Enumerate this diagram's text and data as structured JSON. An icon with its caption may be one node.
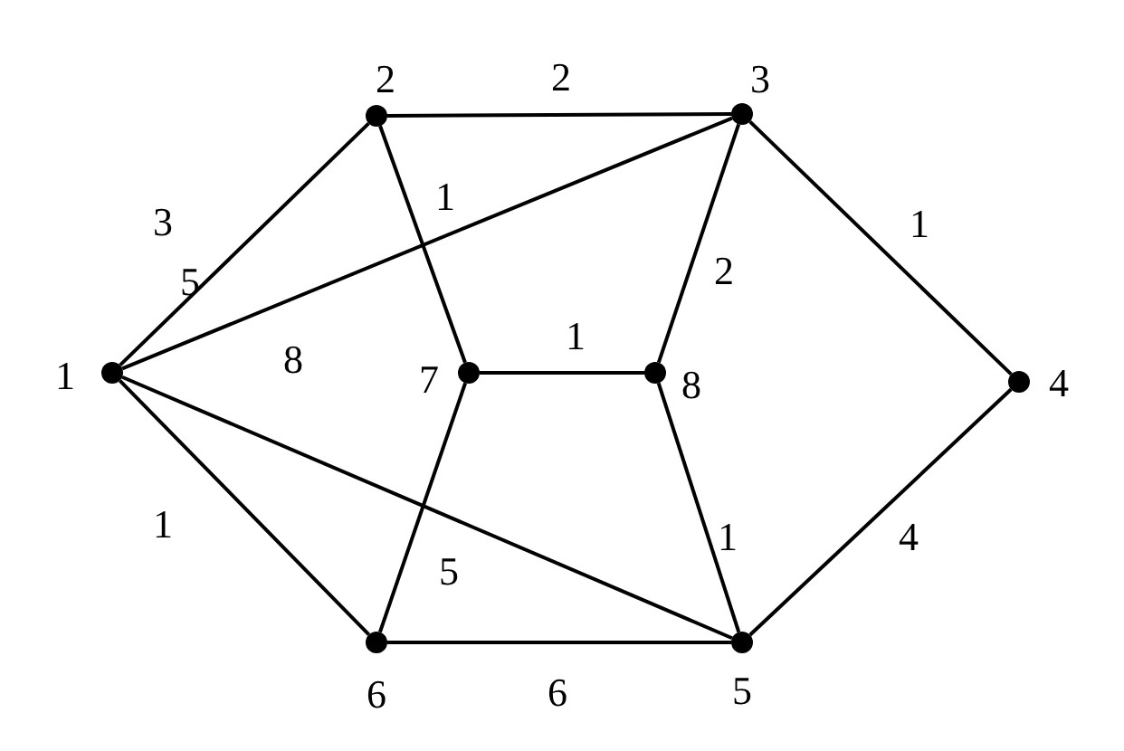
{
  "diagram": {
    "nodes": [
      {
        "text": [],
        "shape": "circle",
        "beside": [
          "1"
        ]
      },
      {
        "text": [],
        "shape": "circle",
        "beside": [
          "2"
        ]
      },
      {
        "text": [],
        "shape": "circle",
        "beside": [
          "3"
        ]
      },
      {
        "text": [],
        "shape": "circle",
        "beside": [
          "4"
        ]
      },
      {
        "text": [],
        "shape": "circle",
        "beside": [
          "5"
        ]
      },
      {
        "text": [],
        "shape": "circle",
        "beside": [
          "6"
        ]
      },
      {
        "text": [],
        "shape": "circle",
        "beside": [
          "7"
        ]
      },
      {
        "text": [],
        "shape": "circle",
        "beside": [
          "8"
        ]
      }
    ],
    "edges": [
      {
        "from": 0,
        "to": 1,
        "arrow": "none",
        "label": "3"
      },
      {
        "from": 0,
        "to": 2,
        "arrow": "none",
        "label": "5"
      },
      {
        "from": 1,
        "to": 2,
        "arrow": "none",
        "label": "2"
      },
      {
        "from": 1,
        "to": 6,
        "arrow": "none",
        "label": "1"
      },
      {
        "from": 2,
        "to": 7,
        "arrow": "none",
        "label": "2"
      },
      {
        "from": 2,
        "to": 3,
        "arrow": "none",
        "label": "1"
      },
      {
        "from": 6,
        "to": 7,
        "arrow": "none",
        "label": "1"
      },
      {
        "from": 0,
        "to": 4,
        "arrow": "none",
        "label": "8"
      },
      {
        "from": 0,
        "to": 5,
        "arrow": "none",
        "label": "1"
      },
      {
        "from": 6,
        "to": 5,
        "arrow": "none",
        "label": "5"
      },
      {
        "from": 7,
        "to": 4,
        "arrow": "none",
        "label": "1"
      },
      {
        "from": 3,
        "to": 4,
        "arrow": "none",
        "label": "4"
      },
      {
        "from": 5,
        "to": 4,
        "arrow": "none",
        "label": "6"
      }
    ]
  }
}
